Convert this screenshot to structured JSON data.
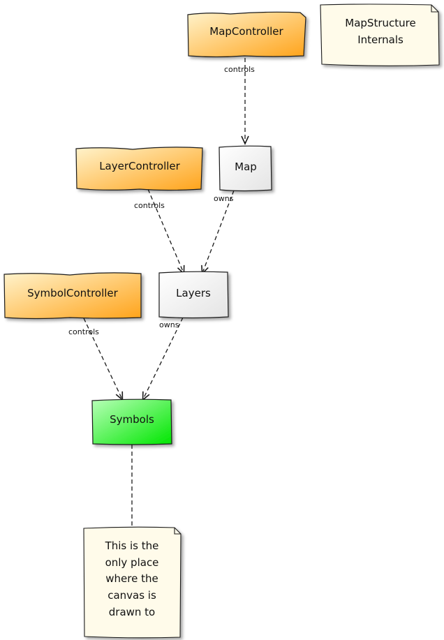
{
  "nodes": {
    "map_controller": {
      "label": "MapController"
    },
    "layer_controller": {
      "label": "LayerController"
    },
    "symbol_controller": {
      "label": "SymbolController"
    },
    "map": {
      "label": "Map"
    },
    "layers": {
      "label": "Layers"
    },
    "symbols": {
      "label": "Symbols"
    }
  },
  "notes": {
    "title_note": {
      "lines": [
        "MapStructure",
        "Internals"
      ]
    },
    "canvas_note": {
      "lines": [
        "This is the",
        "only place",
        "where the",
        "canvas is",
        "drawn to"
      ]
    }
  },
  "edges": {
    "map_controller_to_map": {
      "label": "controls"
    },
    "map_to_layers": {
      "label": "owns"
    },
    "layer_controller_to_layers": {
      "label": "controls"
    },
    "layers_to_symbols": {
      "label": "owns"
    },
    "symbol_controller_to_symbols": {
      "label": "controls"
    }
  },
  "colors": {
    "controller_fill_light": "#fff3cc",
    "controller_fill_dark": "#ffa31a",
    "component_fill_light": "#ffffff",
    "component_fill_dark": "#e4e4e4",
    "symbols_fill_light": "#b8ffb8",
    "symbols_fill_dark": "#00e600",
    "note_fill": "#fffbea",
    "stroke": "#1a1a1a"
  }
}
